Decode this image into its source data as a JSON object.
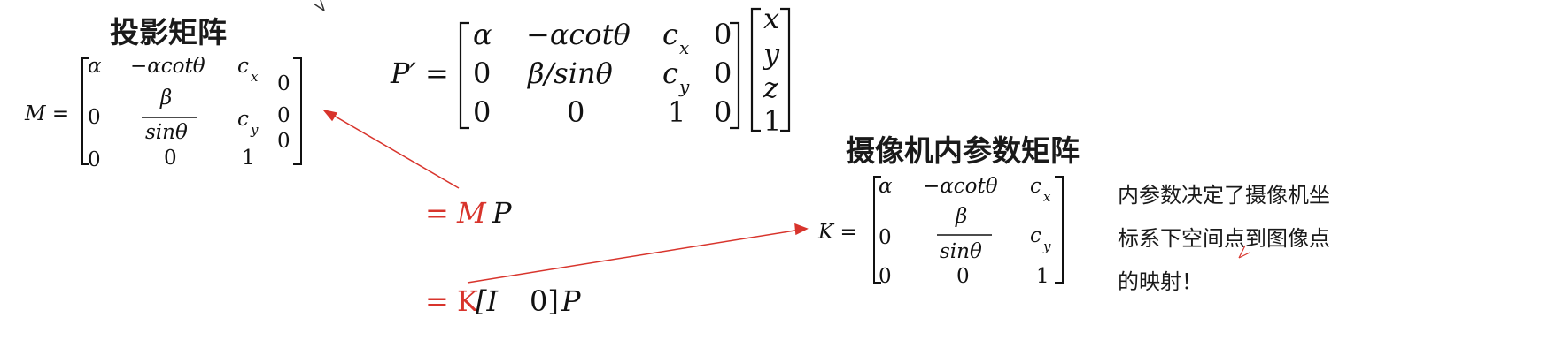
{
  "headings": {
    "projection_matrix": "投影矩阵",
    "intrinsic_matrix": "摄像机内参数矩阵"
  },
  "note_lines": [
    "内参数决定了摄像机坐",
    "标系下空间点到图像点",
    "的映射！"
  ],
  "matrix_M": {
    "lhs": "M =",
    "r1": [
      "α",
      "−αcotθ",
      "c",
      "x"
    ],
    "r1_last": "0",
    "r2": [
      "0",
      "β",
      "sinθ",
      "c",
      "y",
      "0"
    ],
    "r2_last": "0",
    "r3": [
      "0",
      "0",
      "1"
    ]
  },
  "matrix_P": {
    "lhs": "P′ =",
    "r1": [
      "α",
      "−αcotθ",
      "c",
      "x",
      "0"
    ],
    "r2": [
      "0",
      "β/sinθ",
      "c",
      "y",
      "0"
    ],
    "r3": [
      "0",
      "0",
      "1",
      "0"
    ],
    "vec": [
      "x",
      "y",
      "z",
      "1"
    ]
  },
  "matrix_K": {
    "lhs": "K =",
    "r1": [
      "α",
      "−αcotθ",
      "c",
      "x"
    ],
    "r2": [
      "0",
      "β",
      "sinθ",
      "c",
      "y"
    ],
    "r3": [
      "0",
      "0",
      "1"
    ]
  },
  "eq_mp": {
    "eq": "=",
    "m": "M",
    "p": "P"
  },
  "eq_kip": {
    "eq": "=",
    "k": "K",
    "i": "[I",
    "zero": "0]",
    "p": "P"
  },
  "colors": {
    "accent": "#d8342c",
    "text": "#111111"
  }
}
